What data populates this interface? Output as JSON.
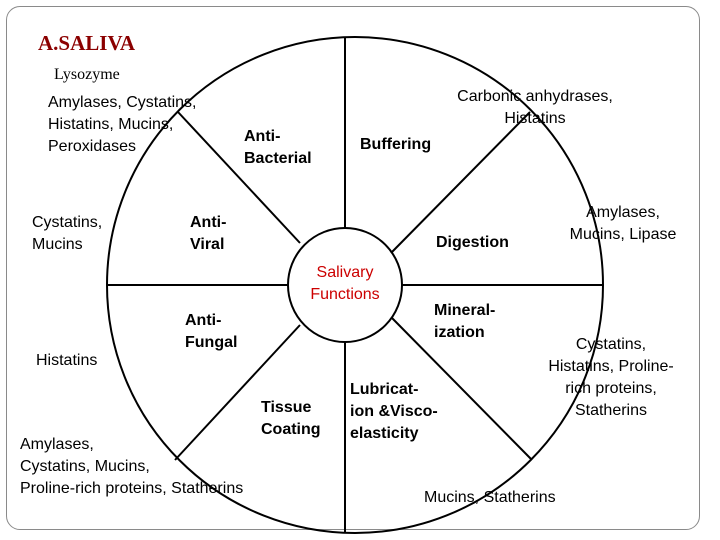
{
  "title": "A.SALIVA",
  "center_label": "Salivary\nFunctions",
  "sectors": {
    "anti_bacterial": "Anti-\nBacterial",
    "buffering": "Buffering",
    "anti_viral": "Anti-\nViral",
    "digestion": "Digestion",
    "anti_fungal": "Anti-\nFungal",
    "mineralization": "Mineral-\nization",
    "tissue_coating": "Tissue\nCoating",
    "lubrication": "Lubricat-\nion &Visco-\nelasticity"
  },
  "components": {
    "lysozyme": "Lysozyme",
    "anti_bacterial": "Amylases, Cystatins,\nHistatins, Mucins,\nPeroxidases",
    "buffering": "Carbonic anhydrases,\nHistatins",
    "anti_viral": "Cystatins,\nMucins",
    "digestion": "Amylases,\nMucins, Lipase",
    "anti_fungal": "Histatins",
    "mineralization": "Cystatins,\nHistatins, Proline-\nrich proteins,\nStatherins",
    "tissue_coating": "Amylases,\nCystatins, Mucins,\nProline-rich proteins, Statherins",
    "lubrication": "Mucins, Statherins"
  },
  "colors": {
    "title": "#8b0000",
    "center_label": "#cc0000",
    "lines": "#000000",
    "frame": "#8a8a8a"
  }
}
